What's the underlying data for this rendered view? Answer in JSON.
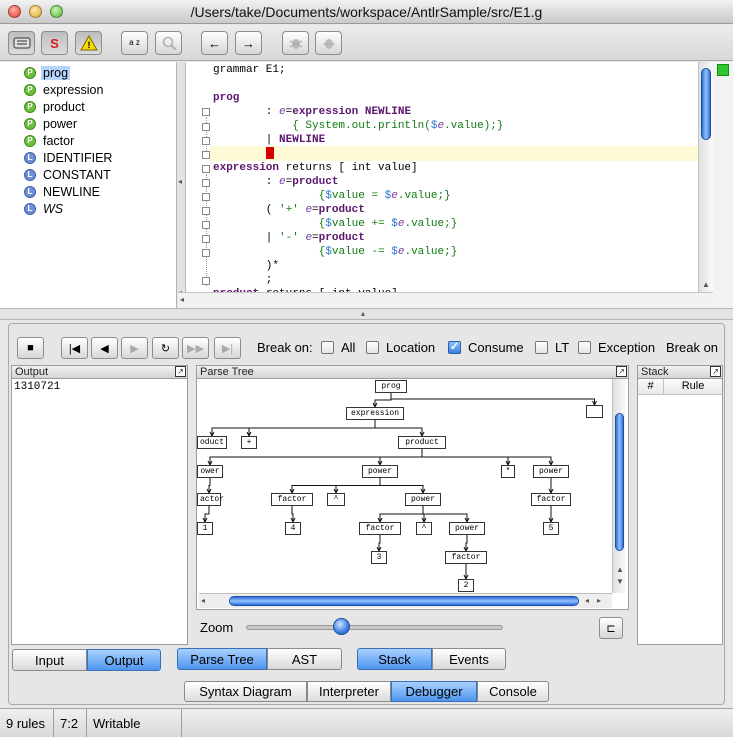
{
  "window": {
    "title": "/Users/take/Documents/workspace/AntlrSample/src/E1.g"
  },
  "toolbar": {
    "s_label": "S",
    "warn_label": "!",
    "sort_label": "a z",
    "back_label": "←",
    "forward_label": "→"
  },
  "rules": [
    {
      "kind": "P",
      "name": "prog",
      "selected": true
    },
    {
      "kind": "P",
      "name": "expression"
    },
    {
      "kind": "P",
      "name": "product"
    },
    {
      "kind": "P",
      "name": "power"
    },
    {
      "kind": "P",
      "name": "factor"
    },
    {
      "kind": "L",
      "name": "IDENTIFIER"
    },
    {
      "kind": "L",
      "name": "CONSTANT"
    },
    {
      "kind": "L",
      "name": "NEWLINE"
    },
    {
      "kind": "L",
      "name": "WS",
      "italic": true
    }
  ],
  "editor": {
    "lines": [
      "grammar E1;",
      "",
      "prog",
      "        : e=expression NEWLINE",
      "            { System.out.println($e.value);}",
      "        | NEWLINE",
      "        ",
      "expression returns [ int value]",
      "        : e=product",
      "                {$value = $e.value;}",
      "        ( '+' e=product",
      "                {$value += $e.value;}",
      "        | '-' e=product",
      "                {$value -= $e.value;}",
      "        )*",
      "        ;",
      "product returns [ int value]"
    ]
  },
  "debugger": {
    "break_on_label": "Break on:",
    "break_options": [
      {
        "label": "All",
        "checked": false
      },
      {
        "label": "Location",
        "checked": false
      },
      {
        "label": "Consume",
        "checked": true
      },
      {
        "label": "LT",
        "checked": false
      },
      {
        "label": "Exception",
        "checked": false
      }
    ],
    "break_on_trailing": "Break on",
    "output_title": "Output",
    "output_text": "1310721",
    "parse_tree_title": "Parse Tree",
    "stack_title": "Stack",
    "stack_columns": [
      "#",
      "Rule"
    ],
    "zoom_label": "Zoom",
    "zoom_level": 0.37,
    "tree_nodes": {
      "prog": "prog",
      "expression": "expression",
      "product_left": "oduct",
      "plus": "+",
      "product": "product",
      "power_left": "ower",
      "power_mid": "power",
      "star": "*",
      "power_right": "power",
      "factor_left": "actor",
      "factor_mid": "factor",
      "caret1": "^",
      "power_inner": "power",
      "factor_right": "factor",
      "one": "1",
      "four": "4",
      "factor_inner": "factor",
      "caret2": "^",
      "power_deep": "power",
      "five": "5",
      "three": "3",
      "factor_deep": "factor",
      "two": "2"
    },
    "left_tabs": [
      {
        "label": "Input",
        "active": false
      },
      {
        "label": "Output",
        "active": true
      }
    ],
    "mid_tabs": [
      {
        "label": "Parse Tree",
        "active": true
      },
      {
        "label": "AST",
        "active": false
      }
    ],
    "right_tabs": [
      {
        "label": "Stack",
        "active": true
      },
      {
        "label": "Events",
        "active": false
      }
    ]
  },
  "bottom_tabs": [
    {
      "label": "Syntax Diagram",
      "active": false
    },
    {
      "label": "Interpreter",
      "active": false
    },
    {
      "label": "Debugger",
      "active": true
    },
    {
      "label": "Console",
      "active": false
    }
  ],
  "status": {
    "rules": "9 rules",
    "position": "7:2",
    "mode": "Writable"
  },
  "colors": {
    "accent": "#4d96ee",
    "parser_rule": "#6fbf3f",
    "lexer_rule": "#6f8fd6",
    "keyword": "#5c166e",
    "action": "#137a13"
  }
}
